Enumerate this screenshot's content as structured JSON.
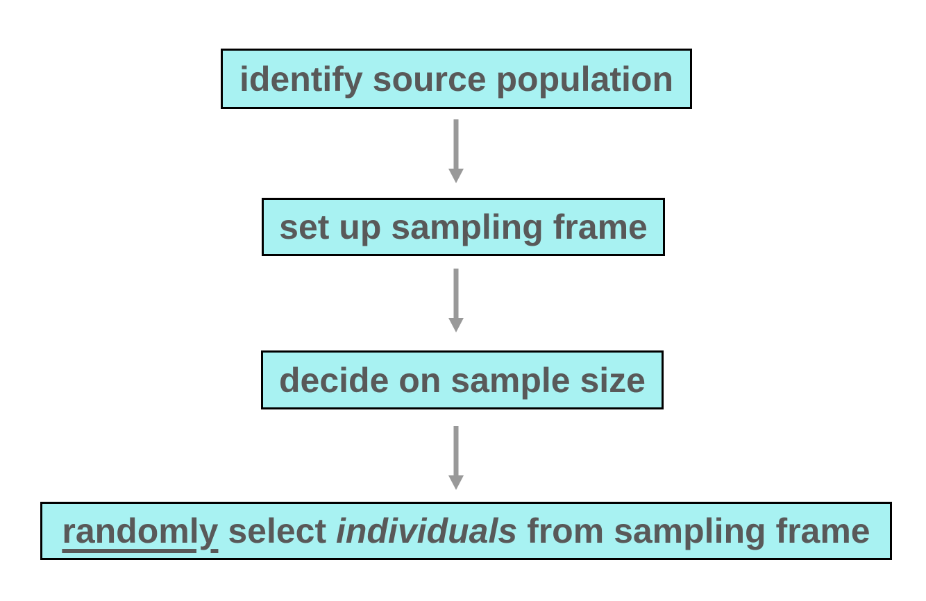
{
  "colors": {
    "background": "#ffffff",
    "box_fill": "#a8f2f2",
    "box_border": "#000000",
    "text": "#595959",
    "arrow": "#999999"
  },
  "flowchart": {
    "steps": [
      {
        "label": "identify source population"
      },
      {
        "label": "set up sampling frame"
      },
      {
        "label": "decide on sample size"
      },
      {
        "parts": {
          "underlined": "randomly",
          "middle": " select ",
          "italic": "individuals",
          "rest": " from sampling frame"
        }
      }
    ],
    "arrow_icon": "down-arrow"
  }
}
